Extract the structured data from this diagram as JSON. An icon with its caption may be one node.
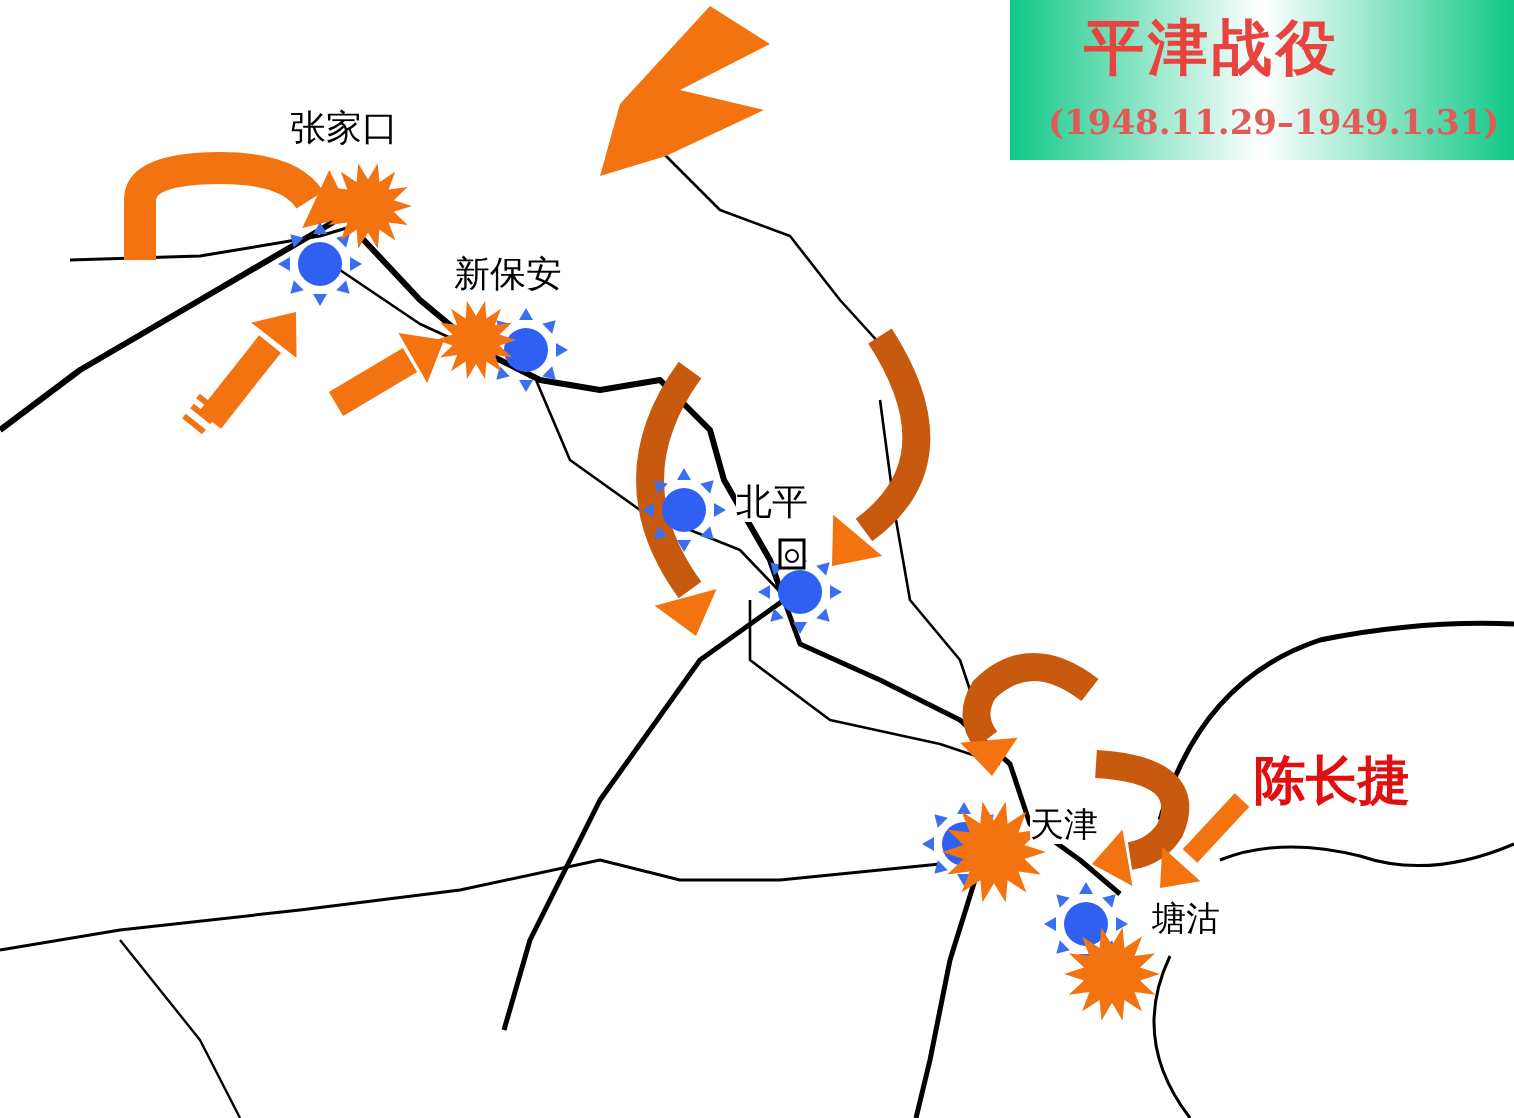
{
  "diagram": {
    "title": "平津战役",
    "labels": [
      "(1948.11.29–1949.1.31)",
      "张家口",
      "新保安",
      "北平",
      "天津",
      "塘沽",
      "陈长捷"
    ]
  }
}
